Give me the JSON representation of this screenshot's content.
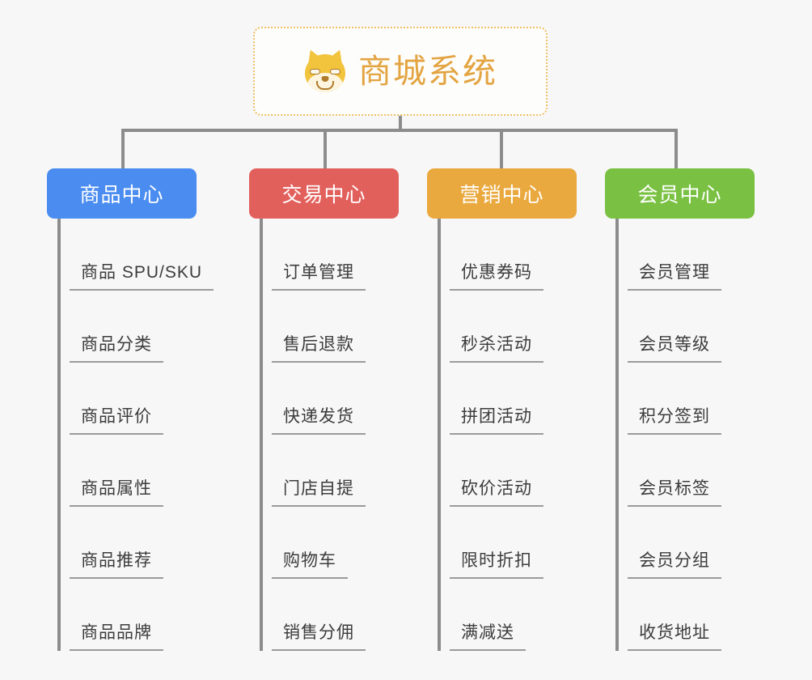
{
  "diagram": {
    "type": "mindmap",
    "background_color": "#f7f7f7",
    "connector_color": "#8c8c8c"
  },
  "root": {
    "title": "商城系统",
    "icon": "dog-face-icon",
    "text_color": "#e3a441",
    "border_color": "#efc064",
    "border_style": "dotted"
  },
  "branches": [
    {
      "label": "商品中心",
      "color": "#4a8cf0",
      "items": [
        "商品 SPU/SKU",
        "商品分类",
        "商品评价",
        "商品属性",
        "商品推荐",
        "商品品牌"
      ]
    },
    {
      "label": "交易中心",
      "color": "#e2605c",
      "items": [
        "订单管理",
        "售后退款",
        "快递发货",
        "门店自提",
        "购物车",
        "销售分佣"
      ]
    },
    {
      "label": "营销中心",
      "color": "#eaa93e",
      "items": [
        "优惠券码",
        "秒杀活动",
        "拼团活动",
        "砍价活动",
        "限时折扣",
        "满减送"
      ]
    },
    {
      "label": "会员中心",
      "color": "#7ac143",
      "items": [
        "会员管理",
        "会员等级",
        "积分签到",
        "会员标签",
        "会员分组",
        "收货地址"
      ]
    }
  ]
}
